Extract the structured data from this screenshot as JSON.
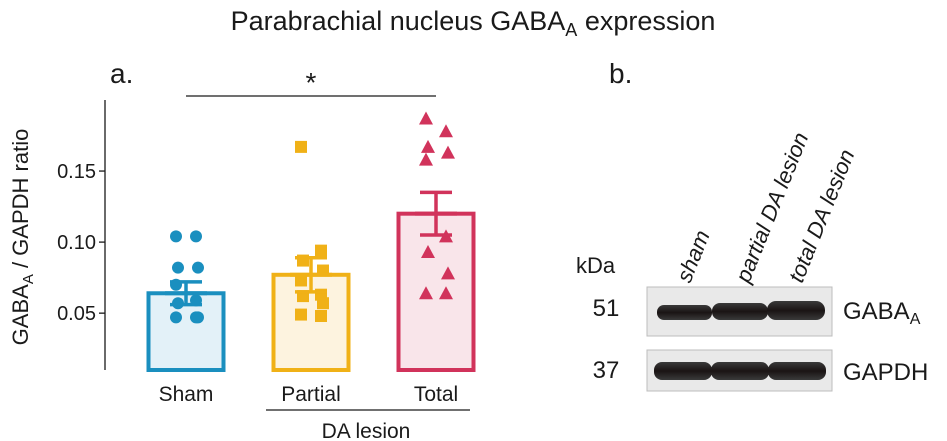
{
  "figure": {
    "title_main": "Parabrachial nucleus GABA",
    "title_sub": "A",
    "title_tail": " expression"
  },
  "chart_data": {
    "type": "bar",
    "panel_label": "a.",
    "ylabel_main": "GABA",
    "ylabel_sub": "A",
    "ylabel_tail": " / GAPDH ratio",
    "ylim": [
      0.01,
      0.2
    ],
    "yticks": [
      0.05,
      0.1,
      0.15
    ],
    "ytick_labels": [
      "0.05",
      "0.10",
      "0.15"
    ],
    "categories": [
      "Sham",
      "Partial",
      "Total"
    ],
    "group_label": "DA lesion",
    "significance": {
      "from": "Sham",
      "to": "Total",
      "label": "*"
    },
    "series": [
      {
        "category": "Sham",
        "mean": 0.064,
        "sem": 0.008,
        "marker": "circle",
        "color": "#1a8fbf",
        "fill": "#e3f1f8",
        "points": [
          0.104,
          0.104,
          0.082,
          0.082,
          0.07,
          0.059,
          0.057,
          0.047,
          0.047,
          0.047
        ]
      },
      {
        "category": "Partial",
        "mean": 0.077,
        "sem": 0.012,
        "marker": "square",
        "color": "#f0b117",
        "fill": "#fdf3df",
        "points": [
          0.167,
          0.094,
          0.087,
          0.08,
          0.073,
          0.063,
          0.062,
          0.057,
          0.049,
          0.048
        ]
      },
      {
        "category": "Total",
        "mean": 0.12,
        "sem": 0.015,
        "marker": "triangle",
        "color": "#d1335b",
        "fill": "#f9e5ea",
        "points": [
          0.187,
          0.178,
          0.167,
          0.163,
          0.158,
          0.104,
          0.093,
          0.078,
          0.064,
          0.064
        ]
      }
    ]
  },
  "blot": {
    "panel_label": "b.",
    "kda_label": "kDa",
    "lanes": [
      "sham",
      "partial DA lesion",
      "total DA lesion"
    ],
    "rows": [
      {
        "kda": "51",
        "protein_main": "GABA",
        "protein_sub": "A"
      },
      {
        "kda": "37",
        "protein_main": "GAPDH",
        "protein_sub": ""
      }
    ]
  }
}
